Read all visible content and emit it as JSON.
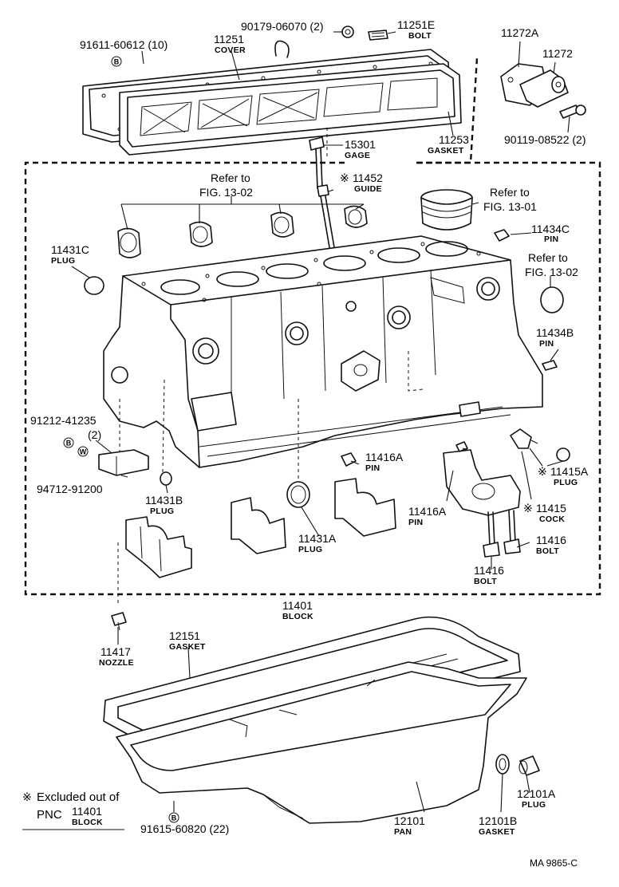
{
  "parts": {
    "p91611": {
      "num": "91611-60612 (10)"
    },
    "p11251": {
      "num": "11251",
      "name": "COVER"
    },
    "p90179": {
      "num": "90179-06070 (2)"
    },
    "p11251E": {
      "num": "11251E",
      "name": "BOLT"
    },
    "p11272A": {
      "num": "11272A"
    },
    "p11272": {
      "num": "11272"
    },
    "p90119": {
      "num": "90119-08522 (2)"
    },
    "p11253": {
      "num": "11253",
      "name": "GASKET"
    },
    "p15301": {
      "num": "15301",
      "name": "GAGE"
    },
    "p11452": {
      "num": "11452",
      "name": "GUIDE"
    },
    "p11434C": {
      "num": "11434C",
      "name": "PIN"
    },
    "p11431C": {
      "num": "11431C",
      "name": "PLUG"
    },
    "p11434B": {
      "num": "11434B",
      "name": "PIN"
    },
    "p91212": {
      "num": "91212-41235",
      "qty": "(2)"
    },
    "p94712": {
      "num": "94712-91200"
    },
    "p11416A_top": {
      "num": "11416A",
      "name": "PIN"
    },
    "p11416A": {
      "num": "11416A",
      "name": "PIN"
    },
    "p11415A": {
      "num": "11415A",
      "name": "PLUG"
    },
    "p11415": {
      "num": "11415",
      "name": "COCK"
    },
    "p11431B": {
      "num": "11431B",
      "name": "PLUG"
    },
    "p11431A": {
      "num": "11431A",
      "name": "PLUG"
    },
    "p11416_r": {
      "num": "11416",
      "name": "BOLT"
    },
    "p11416_l": {
      "num": "11416",
      "name": "BOLT"
    },
    "p11401": {
      "num": "11401",
      "name": "BLOCK"
    },
    "p11417": {
      "num": "11417",
      "name": "NOZZLE"
    },
    "p12151": {
      "num": "12151",
      "name": "GASKET"
    },
    "p12101A": {
      "num": "12101A",
      "name": "PLUG"
    },
    "p12101": {
      "num": "12101",
      "name": "PAN"
    },
    "p12101B": {
      "num": "12101B",
      "name": "GASKET"
    },
    "p91615": {
      "num": "91615-60820 (22)"
    }
  },
  "refs": {
    "ref1302a": {
      "line1": "Refer to",
      "line2": "FIG. 13-02"
    },
    "ref1301": {
      "line1": "Refer to",
      "line2": "FIG. 13-01"
    },
    "ref1302b": {
      "line1": "Refer to",
      "line2": "FIG. 13-02"
    }
  },
  "symbols": {
    "excluded": "※",
    "b": "B",
    "w": "W"
  },
  "note": {
    "line1": "Excluded out of",
    "pnc": "PNC",
    "pnc_num": "11401",
    "pnc_name": "BLOCK"
  },
  "footer": {
    "code": "MA  9865-C"
  }
}
